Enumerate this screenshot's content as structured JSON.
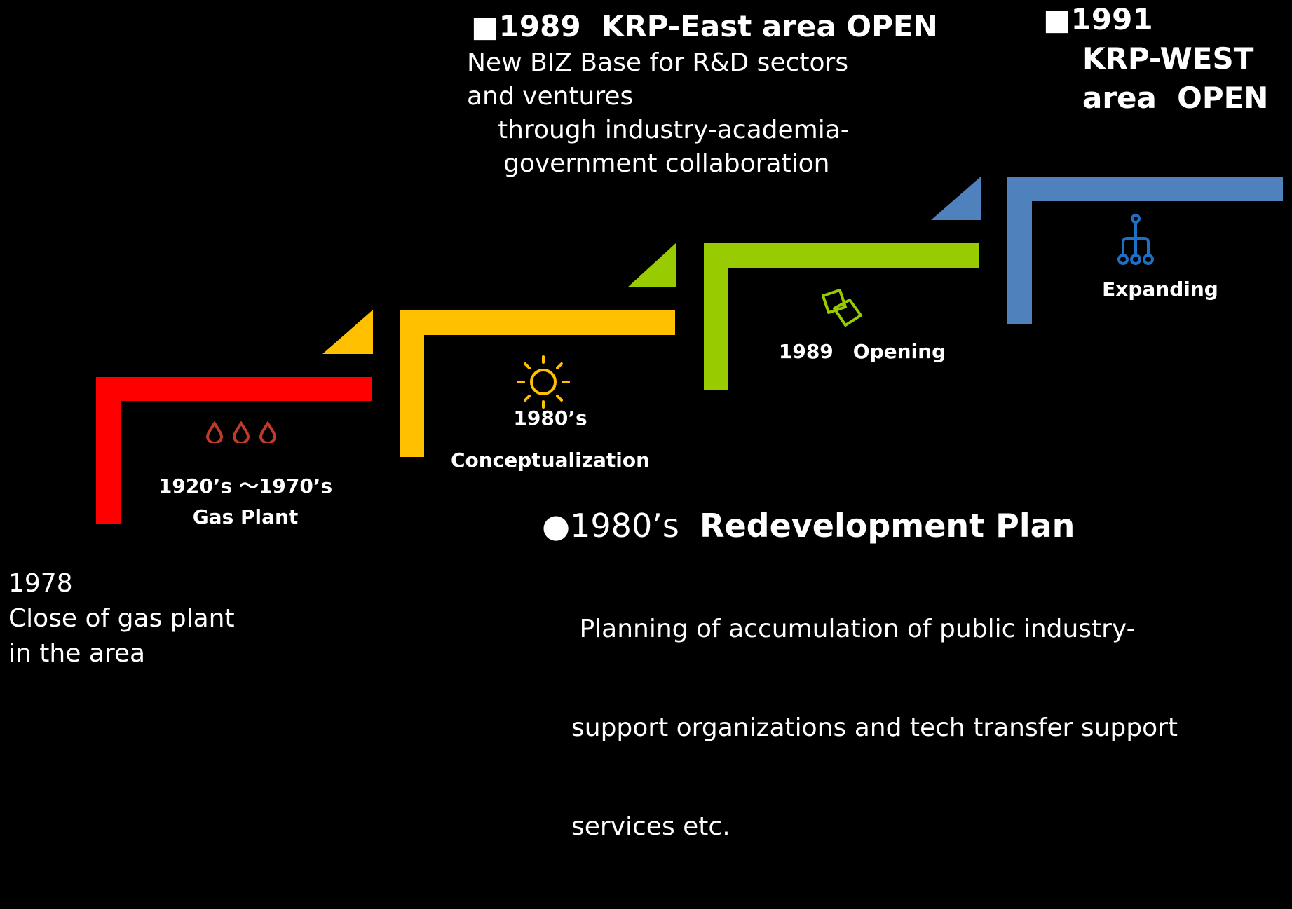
{
  "colors": {
    "background": "#000000",
    "step_gas_plant": "#FF0000",
    "step_conceptualization": "#FFC000",
    "step_opening": "#99CC00",
    "step_expanding": "#4F81BD",
    "drops_icon": "#C0392B",
    "sun_icon": "#FFC000",
    "squares_icon": "#99CC00",
    "tree_icon": "#1F6FC5"
  },
  "steps": [
    {
      "line1": "1920’s ～1970’s",
      "line2": "Gas Plant",
      "icon": "drops-icon"
    },
    {
      "line1": "1980’s",
      "line2": "Conceptualization",
      "icon": "sun-icon"
    },
    {
      "label": "1989　Opening",
      "icon": "squares-icon"
    },
    {
      "label": "Expanding",
      "icon": "hierarchy-icon"
    }
  ],
  "notes": {
    "close": {
      "year": "1978",
      "line1": "Close of gas plant",
      "line2": "in the area"
    },
    "redevelopment": {
      "bullet": "●",
      "year": "1980’s",
      "title": "Redevelopment Plan",
      "line1": " Planning of accumulation of public industry-",
      "line2": "support organizations and tech transfer support",
      "line3": "services etc."
    },
    "east": {
      "title": "■1989  KRP-East area OPEN",
      "line1": "New BIZ Base for R&D sectors",
      "line2": "and ventures",
      "line3": "through industry-academia-",
      "line4": "government collaboration"
    },
    "west": {
      "line1": "■1991",
      "line2": "KRP-WEST",
      "line3": "area  OPEN"
    }
  }
}
